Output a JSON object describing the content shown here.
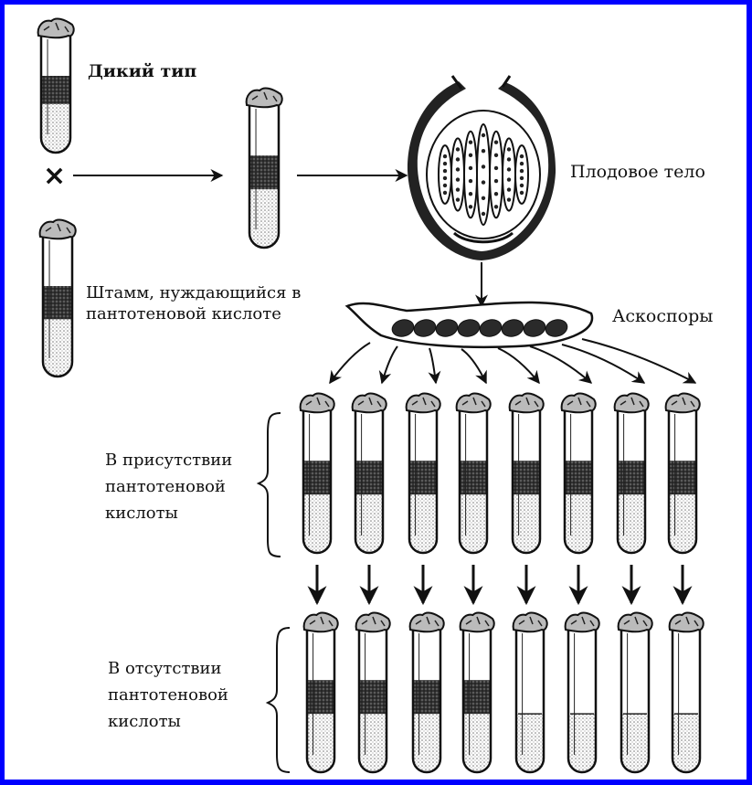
{
  "labels": {
    "wild_type": "Дикий тип",
    "mutant_strain_line1": "Штамм, нуждающийся в",
    "mutant_strain_line2": "пантотеновой кислоте",
    "fruiting_body": "Плодовое тело",
    "ascospores": "Аскоспоры",
    "with_acid_line1": "В присутствии",
    "with_acid_line2": "пантотеновой",
    "with_acid_line3": "кислоты",
    "without_acid_line1": "В отсутствии",
    "without_acid_line2": "пантотеновой",
    "without_acid_line3": "кислоты",
    "cross_symbol": "×"
  },
  "diagram": {
    "ascospore_count": 8,
    "growth_with_acid": [
      true,
      true,
      true,
      true,
      true,
      true,
      true,
      true
    ],
    "growth_without_acid": [
      true,
      true,
      true,
      true,
      false,
      false,
      false,
      false
    ]
  },
  "colors": {
    "border": "#0000ff",
    "background": "#ffffff",
    "ink": "#111111"
  }
}
